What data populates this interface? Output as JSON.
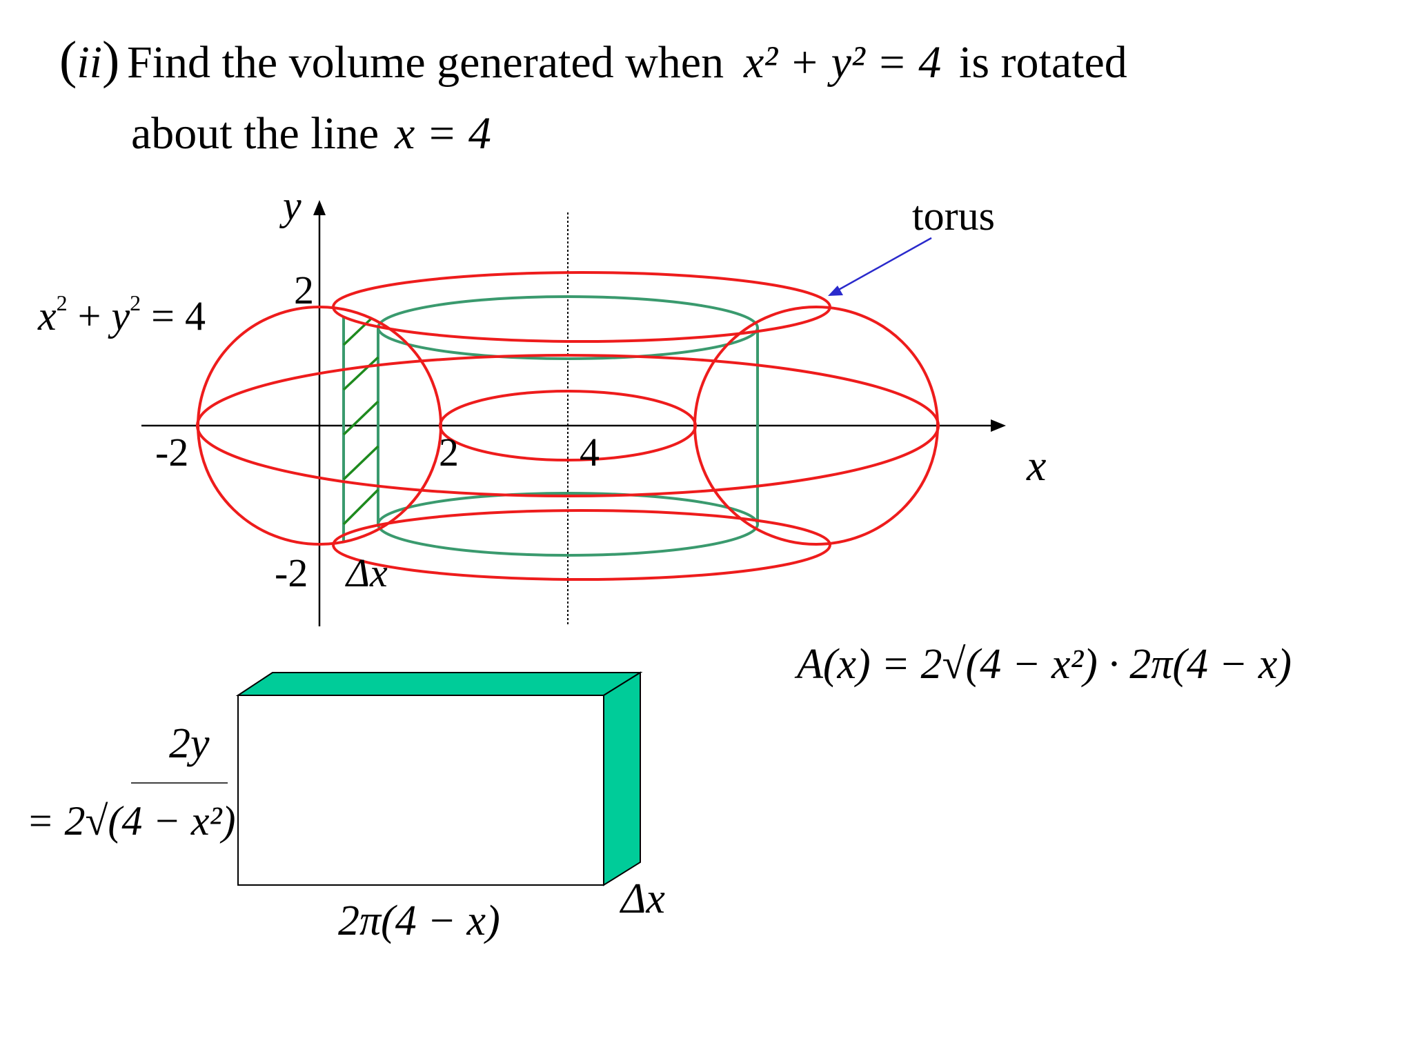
{
  "header": {
    "part": "(ii)",
    "part_inner": "ii",
    "line1_prefix": "Find the volume generated when",
    "line1_equation": "x² + y² = 4",
    "line1_suffix": "is rotated",
    "line2_prefix": "about the line",
    "line2_equation": "x = 4"
  },
  "graph": {
    "curve_label_x": "x",
    "curve_label_y": "y",
    "curve_label_exp": "2",
    "curve_label_rest": "= 4",
    "plus": "+",
    "axis_y_label": "y",
    "axis_x_label": "x",
    "ticks": {
      "y_top": "2",
      "y_bottom": "-2",
      "x_neg": "-2",
      "x_2": "2",
      "x_4": "4"
    },
    "strip_label": "Δx",
    "annotation": "torus",
    "colors": {
      "torus": "#ee1c1c",
      "cylinder": "#3a9a6e",
      "hatch": "#1e8a1e",
      "arrow": "#2a2acc"
    }
  },
  "formula": {
    "text": "A(x) = 2√(4 − x²) · 2π(4 − x)"
  },
  "slab": {
    "height_label_line1": "2y",
    "height_label_line2": "= 2√(4 − x²)",
    "width_label": "2π(4 − x)",
    "depth_label": "Δx",
    "fill": "#00cc99"
  }
}
